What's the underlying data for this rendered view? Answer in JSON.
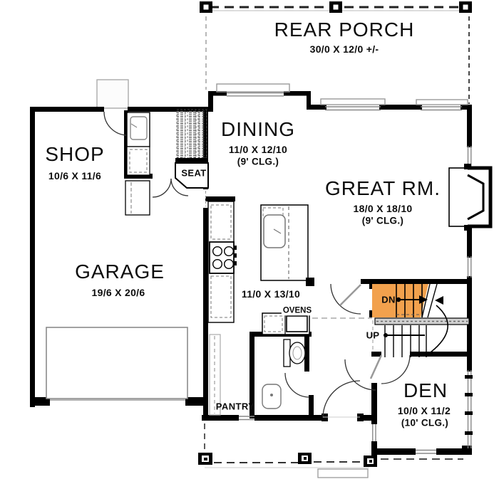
{
  "rooms": {
    "rear_porch": {
      "name": "REAR PORCH",
      "dims": "30/0 X 12/0 +/-"
    },
    "dining": {
      "name": "DINING",
      "dims": "11/0 X 12/10",
      "ceiling": "(9' CLG.)"
    },
    "shop": {
      "name": "SHOP",
      "dims": "10/6 X 11/6"
    },
    "great_room": {
      "name": "GREAT RM.",
      "dims": "18/0 X 18/10",
      "ceiling": "(9' CLG.)"
    },
    "garage": {
      "name": "GARAGE",
      "dims": "19/6 X 20/6"
    },
    "kitchen": {
      "dims": "11/0 X 13/10"
    },
    "den": {
      "name": "DEN",
      "dims": "10/0 X 11/2",
      "ceiling": "(10' CLG.)"
    }
  },
  "annotations": {
    "seat": "SEAT",
    "ovens": "OVENS",
    "pantry": "PANTRY",
    "down": "DN",
    "up": "UP"
  },
  "colors": {
    "stair_highlight": "#F2A14D",
    "walls": "#000000",
    "background": "#FFFFFF"
  }
}
